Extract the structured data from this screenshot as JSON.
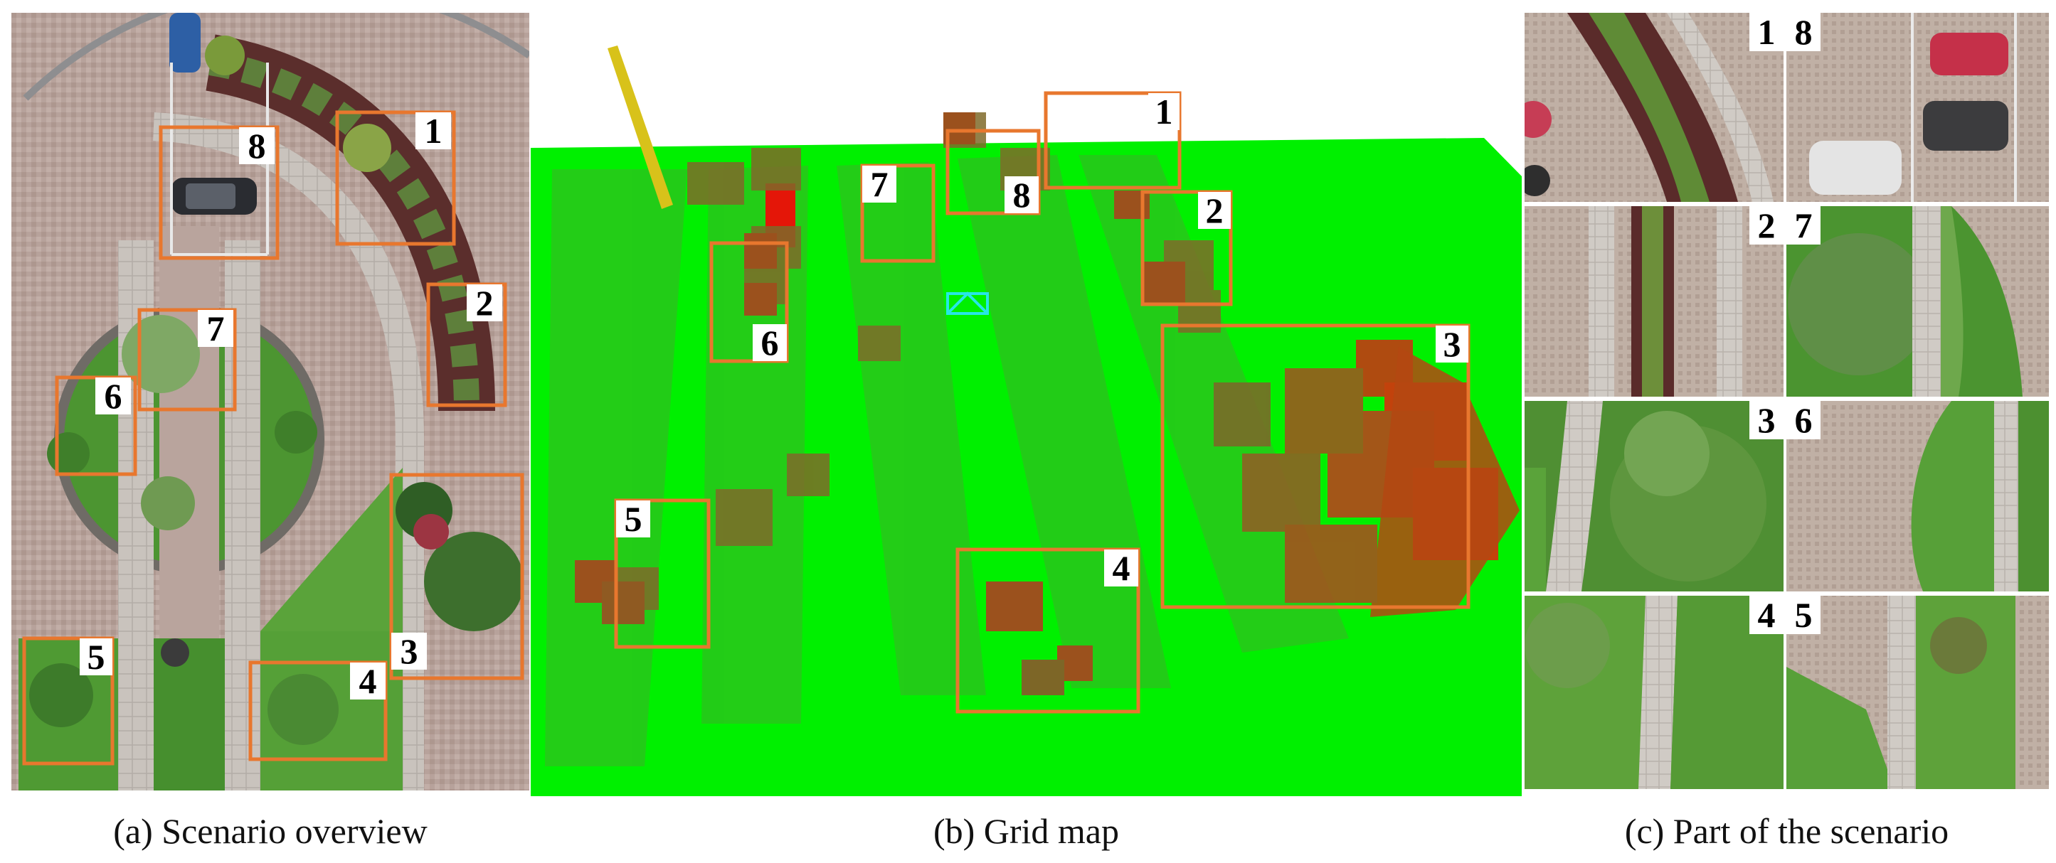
{
  "panels": {
    "overview": {
      "caption": "(a) Scenario overview"
    },
    "grid_map": {
      "caption": "(b) Grid map"
    },
    "part": {
      "caption": "(c) Part of the scenario"
    }
  },
  "region_labels": [
    "1",
    "2",
    "3",
    "4",
    "5",
    "6",
    "7",
    "8"
  ],
  "tile_labels": [
    [
      "1",
      "8"
    ],
    [
      "2",
      "7"
    ],
    [
      "3",
      "6"
    ],
    [
      "4",
      "5"
    ]
  ],
  "colors": {
    "box": "#e8772e",
    "grid_ground": "#00f000",
    "occupied": "#e02010",
    "paving": "#b8a39c",
    "grass": "#4f9a33",
    "hedge": "#5a2b2a"
  }
}
